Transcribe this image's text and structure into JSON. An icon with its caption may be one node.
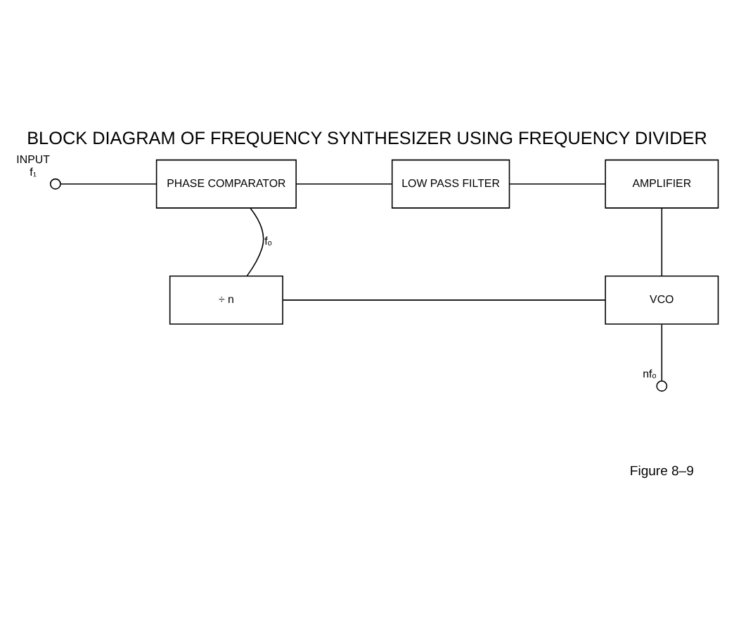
{
  "diagram": {
    "title": "BLOCK DIAGRAM OF FREQUENCY SYNTHESIZER USING FREQUENCY DIVIDER",
    "caption": "Figure 8–9",
    "nodes": [
      {
        "text": [],
        "shape": "circle",
        "beside": [
          "INPUT",
          "f₁"
        ]
      },
      {
        "text": [
          "PHASE COMPARATOR"
        ]
      },
      {
        "text": [
          "LOW PASS FILTER"
        ]
      },
      {
        "text": [
          "AMPLIFIER"
        ]
      },
      {
        "text": [
          "÷ n"
        ]
      },
      {
        "text": [
          "VCO"
        ]
      },
      {
        "text": [],
        "shape": "circle",
        "beside": [
          "nfₒ"
        ]
      }
    ],
    "edges": [
      {
        "from": 0,
        "to": 1,
        "arrow": "none"
      },
      {
        "from": 1,
        "to": 2,
        "arrow": "none"
      },
      {
        "from": 2,
        "to": 3,
        "arrow": "none"
      },
      {
        "from": 3,
        "to": 5,
        "arrow": "none"
      },
      {
        "from": 5,
        "to": 4,
        "arrow": "none"
      },
      {
        "from": 4,
        "to": 1,
        "arrow": "none",
        "label": "fₒ"
      },
      {
        "from": 5,
        "to": 6,
        "arrow": "none"
      }
    ]
  }
}
